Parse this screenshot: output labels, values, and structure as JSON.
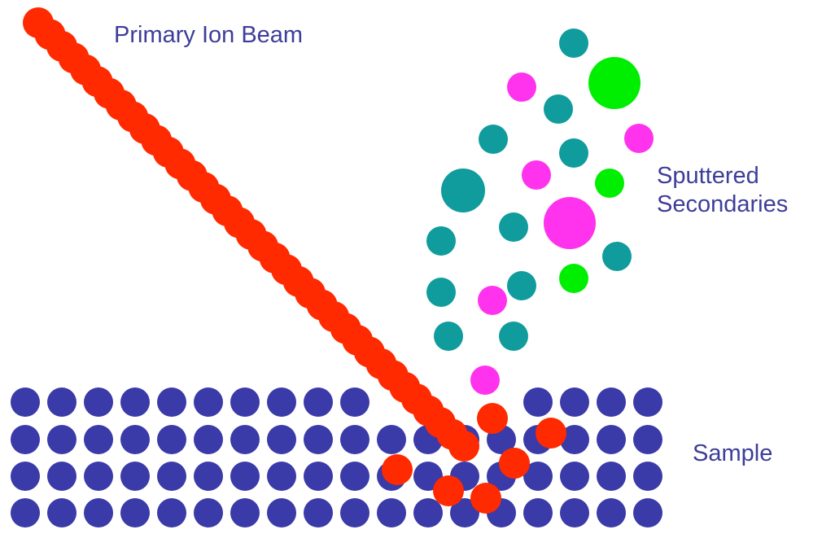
{
  "labels": {
    "primary_ion_beam": "Primary Ion Beam",
    "sputtered_line1": "Sputtered",
    "sputtered_line2": "Secondaries",
    "sample": "Sample"
  },
  "colors": {
    "label_text": "#3d3d99",
    "sample_atom": "#3a3aa8",
    "primary_ion": "#ff2a00",
    "secondary_teal": "#109c9c",
    "secondary_magenta": "#ff33ee",
    "secondary_green": "#00ee00",
    "background": "#ffffff"
  },
  "icons": {
    "sample_atom": "blue-atom-icon",
    "primary_ion": "red-ion-icon",
    "secondary_teal": "teal-particle-icon",
    "secondary_magenta": "magenta-particle-icon",
    "secondary_green": "green-particle-icon"
  }
}
